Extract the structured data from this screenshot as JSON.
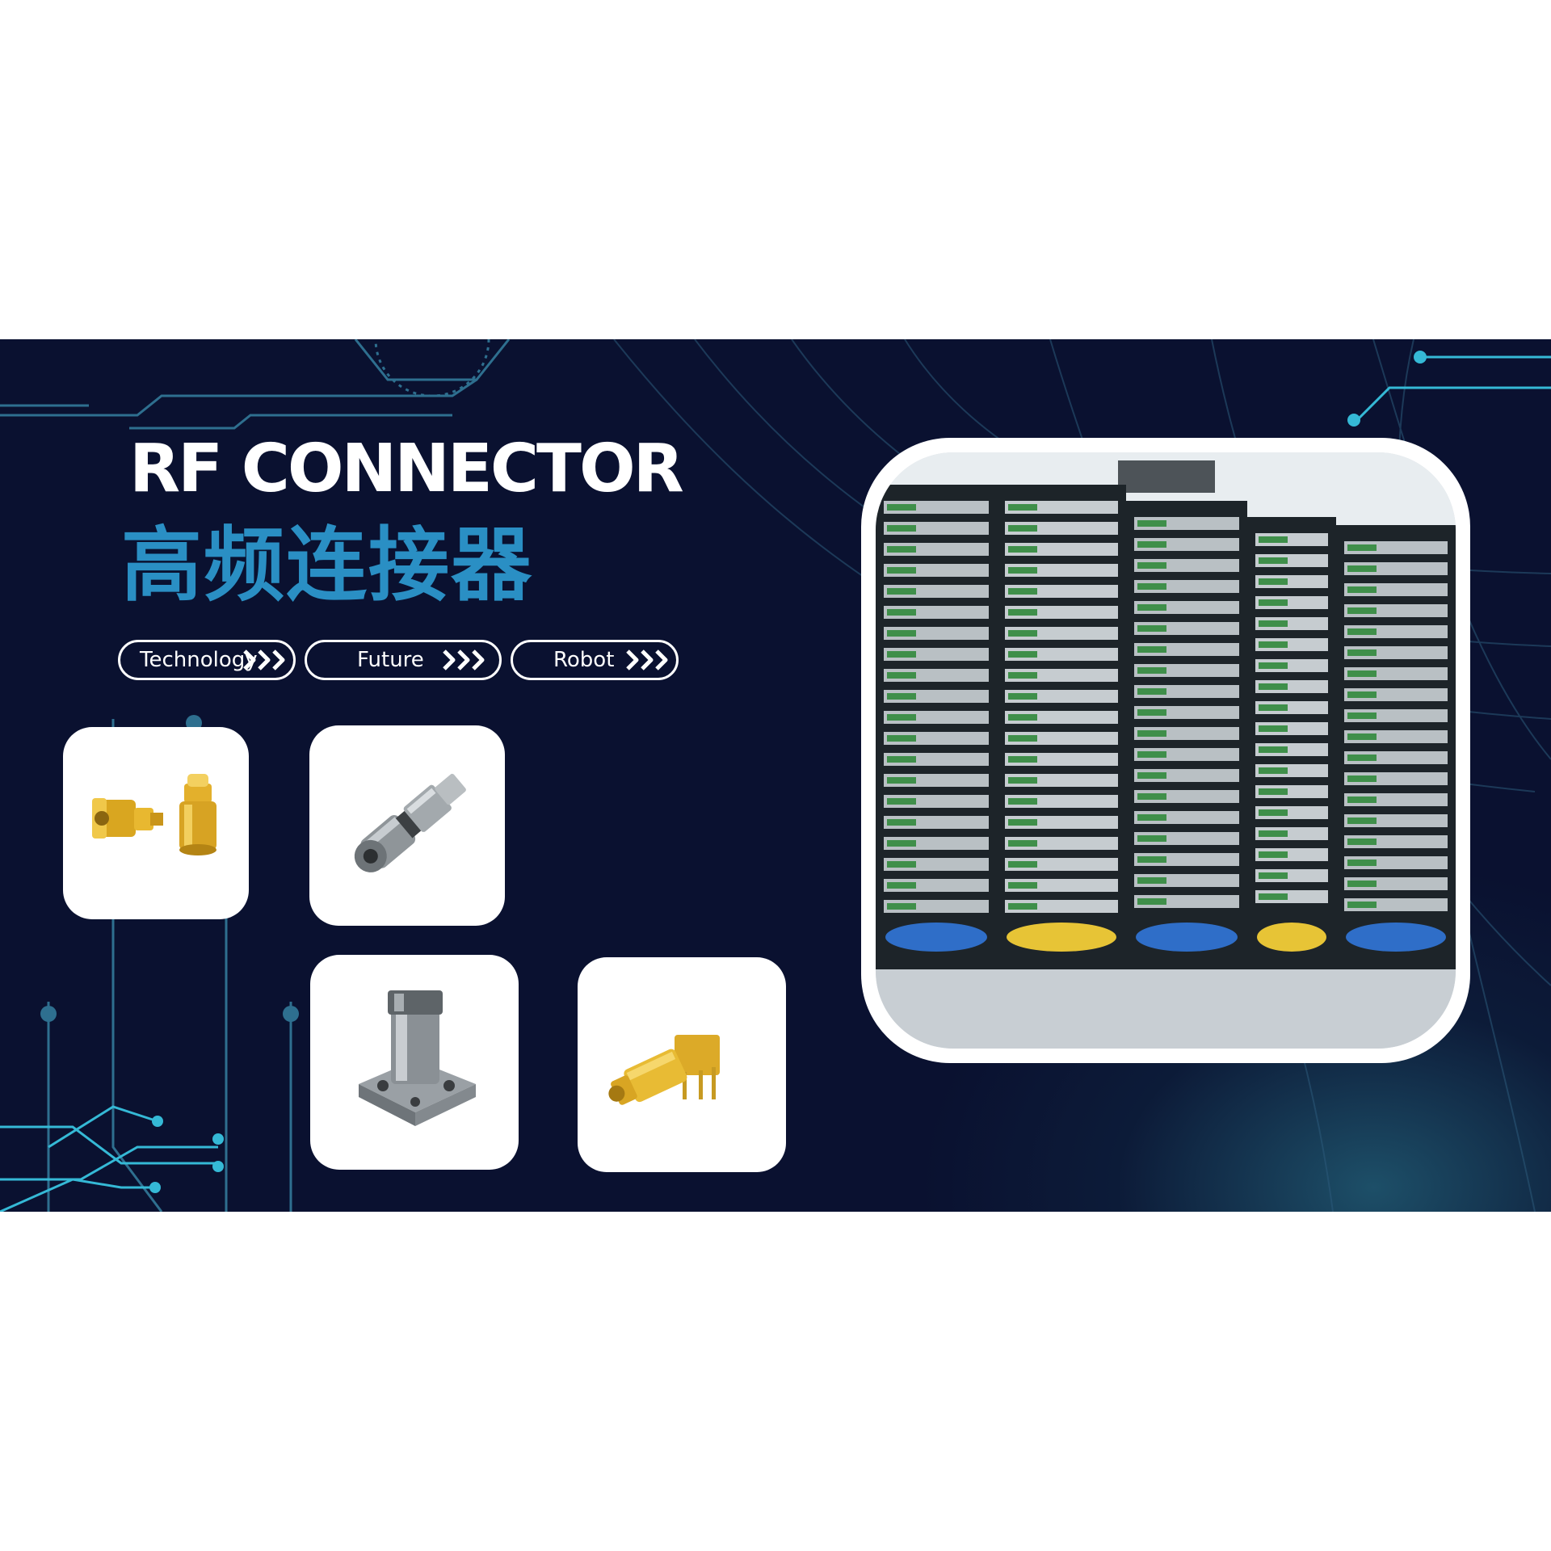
{
  "banner": {
    "title_en": "RF CONNECTOR",
    "title_zh": "高频连接器",
    "tags": [
      {
        "label": "Technology",
        "icon": "triple-chevron-right-icon"
      },
      {
        "label": "Future",
        "icon": "triple-chevron-right-icon"
      },
      {
        "label": "Robot",
        "icon": "triple-chevron-right-icon"
      }
    ],
    "colors": {
      "background": "#0a1130",
      "accent": "#2a8fc4",
      "circuit": "#35b9d6",
      "gold": "#e0b12a"
    },
    "product_cards": [
      {
        "subject": "gold-mmcx-connector-pair"
      },
      {
        "subject": "bnc-connector"
      },
      {
        "subject": "flange-mount-sma-connector"
      },
      {
        "subject": "right-angle-sma-pcb-connector"
      }
    ],
    "main_photo": {
      "subject": "server-racks-datacenter"
    }
  }
}
